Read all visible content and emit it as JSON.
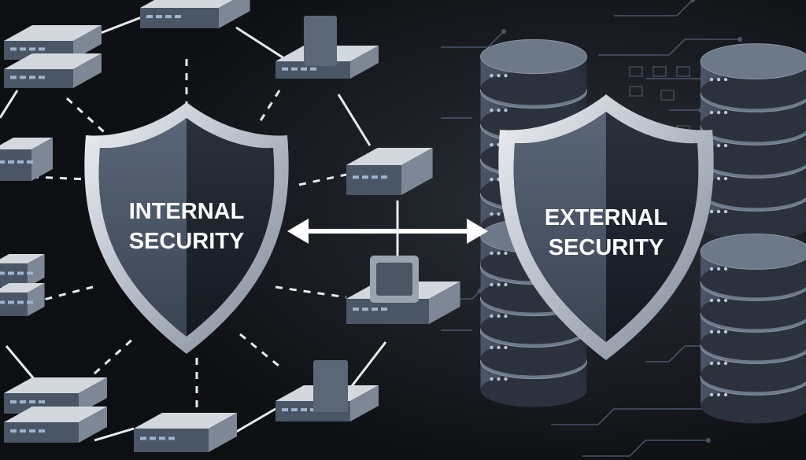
{
  "diagram": {
    "left_shield": {
      "line1": "INTERNAL",
      "line2": "SECURITY"
    },
    "right_shield": {
      "line1": "EXTERNAL",
      "line2": "SECURITY"
    },
    "link": "bidirectional-arrow"
  },
  "colors": {
    "background": "#0f1114",
    "shield_rim": "#c9ced6",
    "shield_face_light": "#4c5768",
    "shield_face_dark": "#1c222b",
    "device_top": "#d3d8df",
    "device_side": "#7d8796",
    "device_front": "#4a5565",
    "db_body": "#3d4757",
    "db_top": "#6d7889",
    "circuit": "#5f6b7c",
    "text": "#ffffff"
  },
  "icons": [
    "server-icon",
    "router-icon",
    "tablet-icon",
    "monitor-icon",
    "database-icon",
    "shield-icon",
    "arrow-icon"
  ]
}
